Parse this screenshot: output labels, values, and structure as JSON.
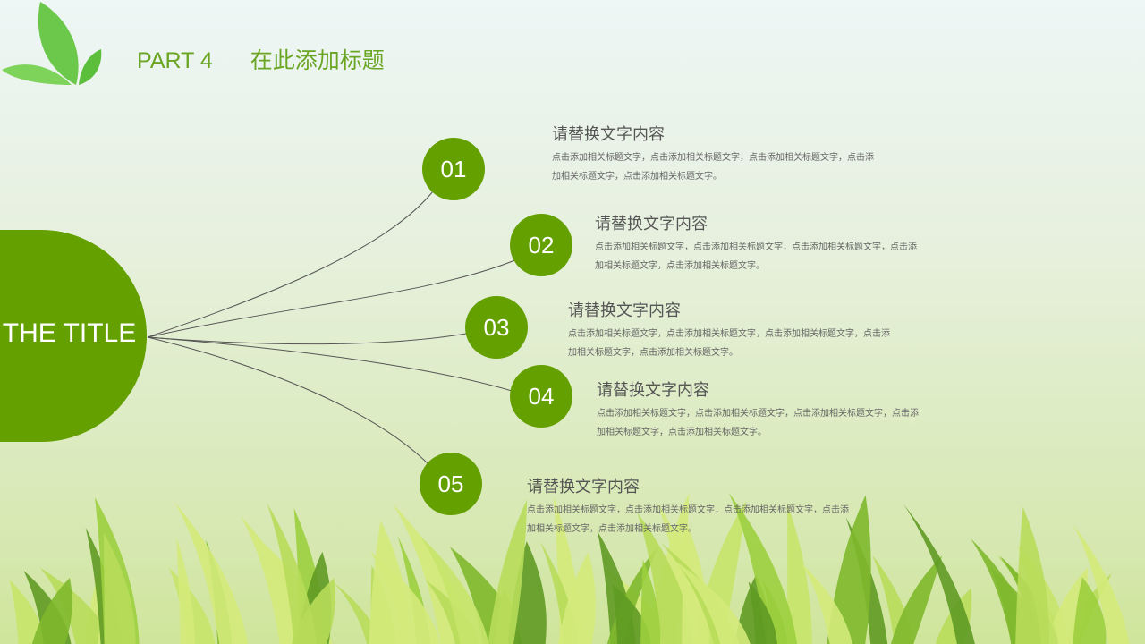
{
  "header": {
    "part": "PART 4",
    "title": "在此添加标题"
  },
  "center": {
    "title": "THE TITLE"
  },
  "colors": {
    "accent": "#64a000",
    "header_text": "#6aa524"
  },
  "items": [
    {
      "num": "01",
      "title": "请替换文字内容",
      "body": "点击添加相关标题文字，点击添加相关标题文字，点击添加相关标题文字，点击添加相关标题文字，点击添加相关标题文字。"
    },
    {
      "num": "02",
      "title": "请替换文字内容",
      "body": "点击添加相关标题文字，点击添加相关标题文字，点击添加相关标题文字，点击添加相关标题文字，点击添加相关标题文字。"
    },
    {
      "num": "03",
      "title": "请替换文字内容",
      "body": "点击添加相关标题文字，点击添加相关标题文字，点击添加相关标题文字，点击添加相关标题文字，点击添加相关标题文字。"
    },
    {
      "num": "04",
      "title": "请替换文字内容",
      "body": "点击添加相关标题文字，点击添加相关标题文字，点击添加相关标题文字，点击添加相关标题文字，点击添加相关标题文字。"
    },
    {
      "num": "05",
      "title": "请替换文字内容",
      "body": "点击添加相关标题文字，点击添加相关标题文字，点击添加相关标题文字，点击添加相关标题文字，点击添加相关标题文字。"
    }
  ]
}
